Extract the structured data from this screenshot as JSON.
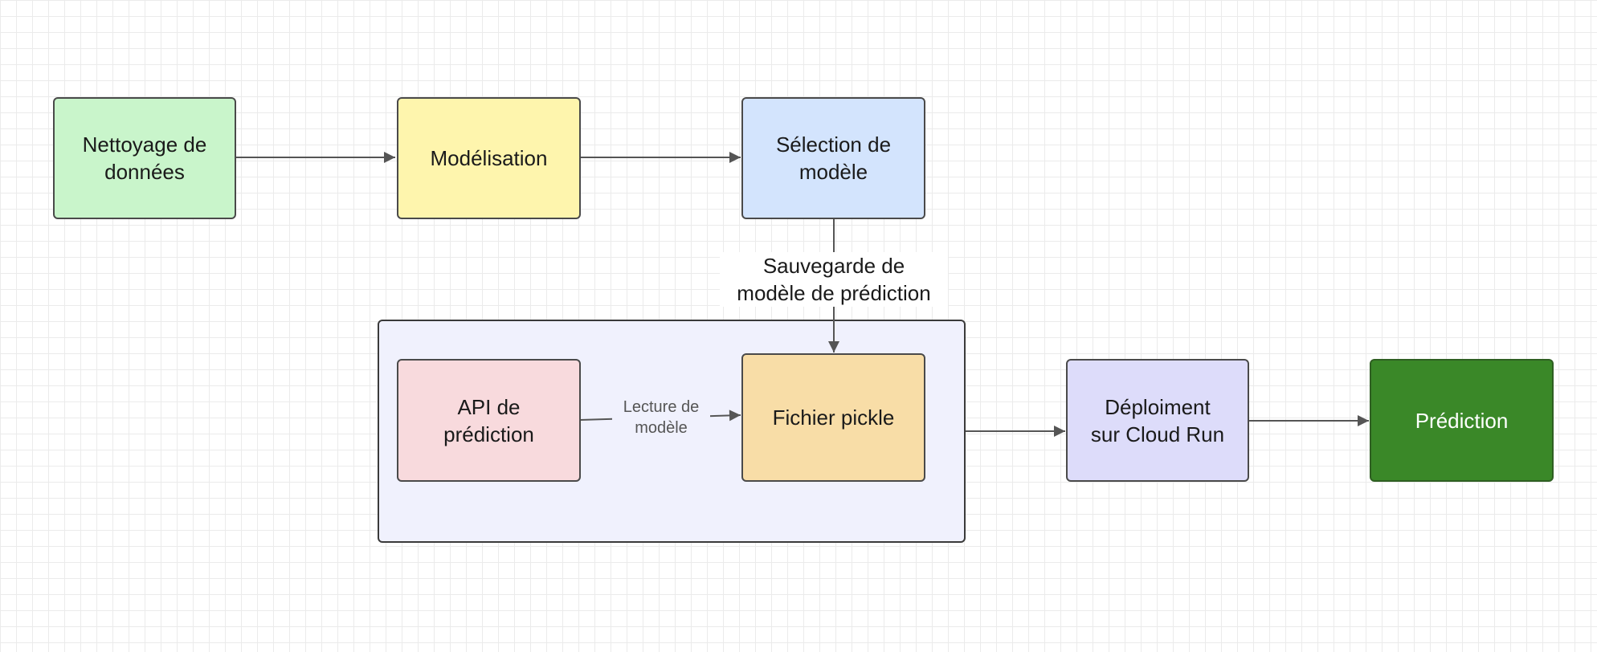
{
  "colors": {
    "cleaning": "#c9f5cb",
    "modeling": "#fef5ad",
    "selection": "#d3e4fd",
    "group_fill": "#f0f1fd",
    "api": "#f8dadd",
    "pickle": "#f8dda7",
    "deployment": "#dddcfa",
    "prediction": "#3a8828",
    "prediction_text": "#ffffff",
    "edge": "#555555"
  },
  "nodes": {
    "cleaning": "Nettoyage de\ndonnées",
    "modeling": "Modélisation",
    "selection": "Sélection de\nmodèle",
    "api": "API de\nprédiction",
    "pickle": "Fichier pickle",
    "deployment": "Déploiment\nsur Cloud Run",
    "prediction": "Prédiction"
  },
  "edge_labels": {
    "save_model": "Sauvegarde de\nmodèle de prédiction",
    "read_model": "Lecture de\nmodèle"
  }
}
